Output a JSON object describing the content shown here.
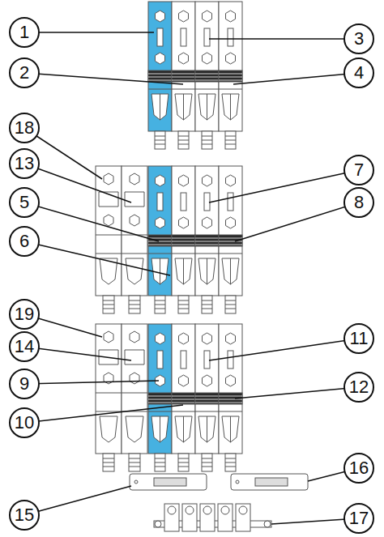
{
  "diagram": {
    "nodes": [
      {
        "text": [
          "1"
        ]
      },
      {
        "text": [
          "3"
        ]
      },
      {
        "text": [
          "2"
        ]
      },
      {
        "text": [
          "4"
        ]
      },
      {
        "text": [
          "18"
        ]
      },
      {
        "text": [
          "13"
        ]
      },
      {
        "text": [
          "7"
        ]
      },
      {
        "text": [
          "5"
        ]
      },
      {
        "text": [
          "8"
        ]
      },
      {
        "text": [
          "6"
        ]
      },
      {
        "text": [
          "19"
        ]
      },
      {
        "text": [
          "11"
        ]
      },
      {
        "text": [
          "14"
        ]
      },
      {
        "text": [
          "9"
        ]
      },
      {
        "text": [
          "12"
        ]
      },
      {
        "text": [
          "10"
        ]
      },
      {
        "text": [
          "16"
        ]
      },
      {
        "text": [
          "15"
        ]
      },
      {
        "text": [
          "17"
        ]
      }
    ]
  }
}
